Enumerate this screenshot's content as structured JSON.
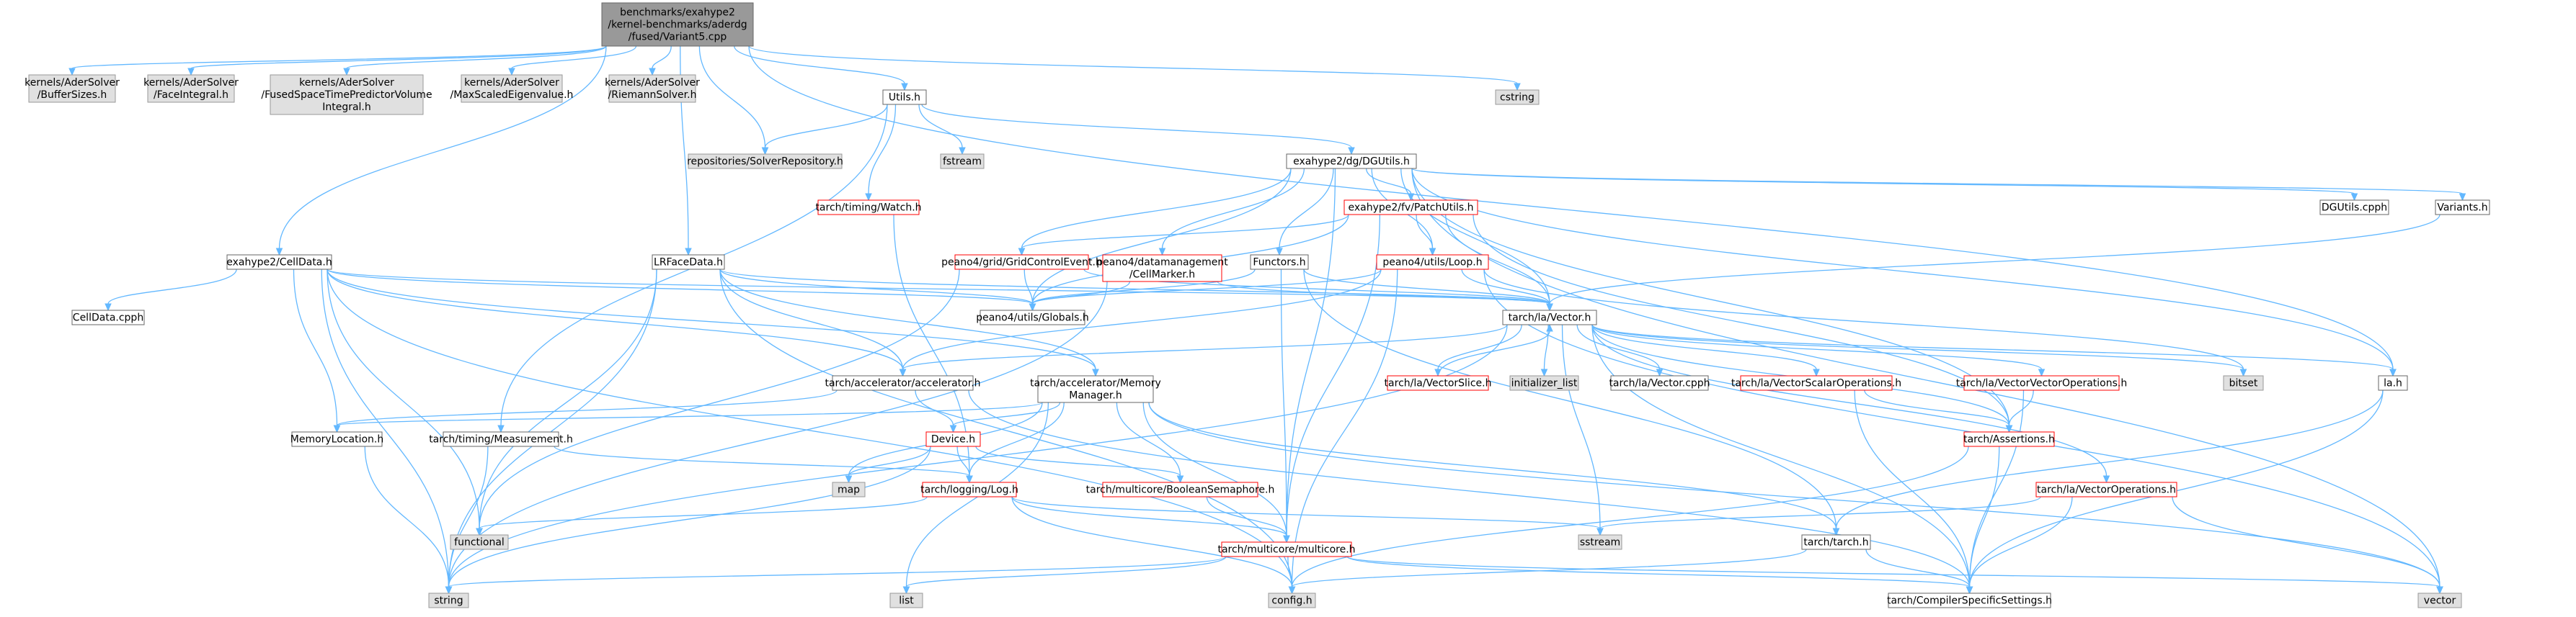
{
  "colors": {
    "root_fill": "#999999",
    "external_fill": "#e0e0e0",
    "external_stroke": "#999999",
    "documented_fill": "#ffffff",
    "documented_stroke": "#666666",
    "incomplete_stroke": "#ff0000",
    "edge": "#63b8ff",
    "text": "#000000"
  },
  "nodes": [
    {
      "id": "root",
      "kind": "root",
      "lines": [
        "benchmarks/exahype2",
        "/kernel-benchmarks/aderdg",
        "/fused/Variant5.cpp"
      ]
    },
    {
      "id": "buffersizes",
      "kind": "external",
      "lines": [
        "kernels/AderSolver",
        "/BufferSizes.h"
      ]
    },
    {
      "id": "faceintegral",
      "kind": "external",
      "lines": [
        "kernels/AderSolver",
        "/FaceIntegral.h"
      ]
    },
    {
      "id": "fusedspacetime",
      "kind": "external",
      "lines": [
        "kernels/AderSolver",
        "/FusedSpaceTimePredictorVolume",
        "Integral.h"
      ]
    },
    {
      "id": "maxscaled",
      "kind": "external",
      "lines": [
        "kernels/AderSolver",
        "/MaxScaledEigenvalue.h"
      ]
    },
    {
      "id": "riemann",
      "kind": "external",
      "lines": [
        "kernels/AderSolver",
        "/RiemannSolver.h"
      ]
    },
    {
      "id": "cstring",
      "kind": "external",
      "lines": [
        "cstring"
      ]
    },
    {
      "id": "utils_h",
      "kind": "documented",
      "lines": [
        "Utils.h"
      ]
    },
    {
      "id": "solverrepo",
      "kind": "external",
      "lines": [
        "repositories/SolverRepository.h"
      ]
    },
    {
      "id": "fstream",
      "kind": "external",
      "lines": [
        "fstream"
      ]
    },
    {
      "id": "dgutils",
      "kind": "documented",
      "lines": [
        "exahype2/dg/DGUtils.h"
      ]
    },
    {
      "id": "watch",
      "kind": "incomplete",
      "lines": [
        "tarch/timing/Watch.h"
      ]
    },
    {
      "id": "patchutils",
      "kind": "incomplete",
      "lines": [
        "exahype2/fv/PatchUtils.h"
      ]
    },
    {
      "id": "dgutils_cpph",
      "kind": "documented",
      "lines": [
        "DGUtils.cpph"
      ]
    },
    {
      "id": "variants",
      "kind": "documented",
      "lines": [
        "Variants.h"
      ]
    },
    {
      "id": "celldata",
      "kind": "documented",
      "lines": [
        "exahype2/CellData.h"
      ]
    },
    {
      "id": "lrfacedata",
      "kind": "documented",
      "lines": [
        "LRFaceData.h"
      ]
    },
    {
      "id": "gridcontrolevent",
      "kind": "incomplete",
      "lines": [
        "peano4/grid/GridControlEvent.h"
      ]
    },
    {
      "id": "cellmarker",
      "kind": "incomplete",
      "lines": [
        "peano4/datamanagement",
        "/CellMarker.h"
      ]
    },
    {
      "id": "functors",
      "kind": "documented",
      "lines": [
        "Functors.h"
      ]
    },
    {
      "id": "loop",
      "kind": "incomplete",
      "lines": [
        "peano4/utils/Loop.h"
      ]
    },
    {
      "id": "celldata_cpph",
      "kind": "documented",
      "lines": [
        "CellData.cpph"
      ]
    },
    {
      "id": "globals",
      "kind": "documented",
      "lines": [
        "peano4/utils/Globals.h"
      ]
    },
    {
      "id": "vector_h",
      "kind": "documented",
      "lines": [
        "tarch/la/Vector.h"
      ]
    },
    {
      "id": "accelerator",
      "kind": "documented",
      "lines": [
        "tarch/accelerator/accelerator.h"
      ]
    },
    {
      "id": "vectorslice",
      "kind": "incomplete",
      "lines": [
        "tarch/la/VectorSlice.h"
      ]
    },
    {
      "id": "initializer_list",
      "kind": "external",
      "lines": [
        "initializer_list"
      ]
    },
    {
      "id": "vector_cpph",
      "kind": "documented",
      "lines": [
        "tarch/la/Vector.cpph"
      ]
    },
    {
      "id": "vectorscalarops",
      "kind": "incomplete",
      "lines": [
        "tarch/la/VectorScalarOperations.h"
      ]
    },
    {
      "id": "vectorvectorops",
      "kind": "incomplete",
      "lines": [
        "tarch/la/VectorVectorOperations.h"
      ]
    },
    {
      "id": "bitset",
      "kind": "external",
      "lines": [
        "bitset"
      ]
    },
    {
      "id": "la_h",
      "kind": "documented",
      "lines": [
        "la.h"
      ]
    },
    {
      "id": "memorymanager",
      "kind": "documented",
      "lines": [
        "tarch/accelerator/Memory",
        "Manager.h"
      ]
    },
    {
      "id": "memorylocation",
      "kind": "documented",
      "lines": [
        "MemoryLocation.h"
      ]
    },
    {
      "id": "measurement",
      "kind": "documented",
      "lines": [
        "tarch/timing/Measurement.h"
      ]
    },
    {
      "id": "device",
      "kind": "incomplete",
      "lines": [
        "Device.h"
      ]
    },
    {
      "id": "assertions",
      "kind": "incomplete",
      "lines": [
        "tarch/Assertions.h"
      ]
    },
    {
      "id": "vectorops",
      "kind": "incomplete",
      "lines": [
        "tarch/la/VectorOperations.h"
      ]
    },
    {
      "id": "map",
      "kind": "external",
      "lines": [
        "map"
      ]
    },
    {
      "id": "log",
      "kind": "incomplete",
      "lines": [
        "tarch/logging/Log.h"
      ]
    },
    {
      "id": "booleansemaphore",
      "kind": "incomplete",
      "lines": [
        "tarch/multicore/BooleanSemaphore.h"
      ]
    },
    {
      "id": "functional",
      "kind": "external",
      "lines": [
        "functional"
      ]
    },
    {
      "id": "sstream",
      "kind": "external",
      "lines": [
        "sstream"
      ]
    },
    {
      "id": "tarch_h",
      "kind": "documented",
      "lines": [
        "tarch/tarch.h"
      ]
    },
    {
      "id": "multicore",
      "kind": "incomplete",
      "lines": [
        "tarch/multicore/multicore.h"
      ]
    },
    {
      "id": "string",
      "kind": "external",
      "lines": [
        "string"
      ]
    },
    {
      "id": "list",
      "kind": "external",
      "lines": [
        "list"
      ]
    },
    {
      "id": "config",
      "kind": "external",
      "lines": [
        "config.h"
      ]
    },
    {
      "id": "compilerspecific",
      "kind": "documented",
      "lines": [
        "tarch/CompilerSpecificSettings.h"
      ]
    },
    {
      "id": "std_vector",
      "kind": "external",
      "lines": [
        "vector"
      ]
    }
  ],
  "edges": [
    [
      "root",
      "buffersizes"
    ],
    [
      "root",
      "faceintegral"
    ],
    [
      "root",
      "fusedspacetime"
    ],
    [
      "root",
      "maxscaled"
    ],
    [
      "root",
      "riemann"
    ],
    [
      "root",
      "cstring"
    ],
    [
      "root",
      "utils_h"
    ],
    [
      "root",
      "solverrepo"
    ],
    [
      "root",
      "celldata"
    ],
    [
      "root",
      "lrfacedata"
    ],
    [
      "root",
      "la_h"
    ],
    [
      "utils_h",
      "solverrepo"
    ],
    [
      "utils_h",
      "fstream"
    ],
    [
      "utils_h",
      "dgutils"
    ],
    [
      "utils_h",
      "watch"
    ],
    [
      "utils_h",
      "measurement"
    ],
    [
      "dgutils",
      "patchutils"
    ],
    [
      "dgutils",
      "dgutils_cpph"
    ],
    [
      "dgutils",
      "variants"
    ],
    [
      "dgutils",
      "gridcontrolevent"
    ],
    [
      "dgutils",
      "cellmarker"
    ],
    [
      "dgutils",
      "functors"
    ],
    [
      "dgutils",
      "loop"
    ],
    [
      "dgutils",
      "globals"
    ],
    [
      "dgutils",
      "vector_h"
    ],
    [
      "dgutils",
      "multicore"
    ],
    [
      "dgutils",
      "assertions"
    ],
    [
      "dgutils",
      "la_h"
    ],
    [
      "dgutils",
      "std_vector"
    ],
    [
      "patchutils",
      "gridcontrolevent"
    ],
    [
      "patchutils",
      "loop"
    ],
    [
      "patchutils",
      "vector_h"
    ],
    [
      "patchutils",
      "globals"
    ],
    [
      "patchutils",
      "multicore"
    ],
    [
      "patchutils",
      "assertions"
    ],
    [
      "variants",
      "vector_h"
    ],
    [
      "watch",
      "log"
    ],
    [
      "celldata",
      "celldata_cpph"
    ],
    [
      "celldata",
      "globals"
    ],
    [
      "celldata",
      "vector_h"
    ],
    [
      "celldata",
      "accelerator"
    ],
    [
      "celldata",
      "memorymanager"
    ],
    [
      "celldata",
      "functional"
    ],
    [
      "celldata",
      "string"
    ],
    [
      "celldata",
      "config"
    ],
    [
      "celldata",
      "memorylocation"
    ],
    [
      "lrfacedata",
      "globals"
    ],
    [
      "lrfacedata",
      "vector_h"
    ],
    [
      "lrfacedata",
      "accelerator"
    ],
    [
      "lrfacedata",
      "memorymanager"
    ],
    [
      "lrfacedata",
      "functional"
    ],
    [
      "lrfacedata",
      "string"
    ],
    [
      "lrfacedata",
      "config"
    ],
    [
      "gridcontrolevent",
      "globals"
    ],
    [
      "gridcontrolevent",
      "vector_h"
    ],
    [
      "gridcontrolevent",
      "functional"
    ],
    [
      "cellmarker",
      "globals"
    ],
    [
      "cellmarker",
      "vector_h"
    ],
    [
      "cellmarker",
      "string"
    ],
    [
      "functors",
      "globals"
    ],
    [
      "functors",
      "vector_h"
    ],
    [
      "functors",
      "multicore"
    ],
    [
      "functors",
      "tarch_h"
    ],
    [
      "loop",
      "globals"
    ],
    [
      "loop",
      "vector_h"
    ],
    [
      "loop",
      "bitset"
    ],
    [
      "loop",
      "config"
    ],
    [
      "loop",
      "std_vector"
    ],
    [
      "loop",
      "accelerator"
    ],
    [
      "vector_h",
      "accelerator"
    ],
    [
      "vector_h",
      "vectorslice"
    ],
    [
      "vector_h",
      "initializer_list"
    ],
    [
      "vector_h",
      "vector_cpph"
    ],
    [
      "vector_h",
      "vectorscalarops"
    ],
    [
      "vector_h",
      "vectorvectorops"
    ],
    [
      "vector_h",
      "bitset"
    ],
    [
      "vector_h",
      "la_h"
    ],
    [
      "vector_h",
      "sstream"
    ],
    [
      "vector_h",
      "compilerspecific"
    ],
    [
      "vector_h",
      "assertions"
    ],
    [
      "vector_h",
      "vectorops"
    ],
    [
      "vector_h",
      "string"
    ],
    [
      "vectorslice",
      "vector_h"
    ],
    [
      "vectorscalarops",
      "assertions"
    ],
    [
      "vectorscalarops",
      "compilerspecific"
    ],
    [
      "vectorvectorops",
      "assertions"
    ],
    [
      "vectorvectorops",
      "compilerspecific"
    ],
    [
      "vectorops",
      "compilerspecific"
    ],
    [
      "vectorops",
      "std_vector"
    ],
    [
      "vectorops",
      "sstream"
    ],
    [
      "la_h",
      "tarch_h"
    ],
    [
      "la_h",
      "compilerspecific"
    ],
    [
      "accelerator",
      "device"
    ],
    [
      "accelerator",
      "memorylocation"
    ],
    [
      "accelerator",
      "compilerspecific"
    ],
    [
      "memorymanager",
      "memorylocation"
    ],
    [
      "memorymanager",
      "device"
    ],
    [
      "memorymanager",
      "map"
    ],
    [
      "memorymanager",
      "log"
    ],
    [
      "memorymanager",
      "booleansemaphore"
    ],
    [
      "memorymanager",
      "multicore"
    ],
    [
      "memorymanager",
      "tarch_h"
    ],
    [
      "memorymanager",
      "list"
    ],
    [
      "memorymanager",
      "std_vector"
    ],
    [
      "memorylocation",
      "string"
    ],
    [
      "measurement",
      "log"
    ],
    [
      "measurement",
      "string"
    ],
    [
      "device",
      "map"
    ],
    [
      "device",
      "log"
    ],
    [
      "device",
      "booleansemaphore"
    ],
    [
      "device",
      "string"
    ],
    [
      "assertions",
      "compilerspecific"
    ],
    [
      "assertions",
      "config"
    ],
    [
      "log",
      "functional"
    ],
    [
      "log",
      "sstream"
    ],
    [
      "log",
      "multicore"
    ],
    [
      "log",
      "config"
    ],
    [
      "booleansemaphore",
      "multicore"
    ],
    [
      "multicore",
      "string"
    ],
    [
      "multicore",
      "list"
    ],
    [
      "multicore",
      "config"
    ],
    [
      "multicore",
      "compilerspecific"
    ],
    [
      "multicore",
      "std_vector"
    ],
    [
      "tarch_h",
      "config"
    ],
    [
      "tarch_h",
      "compilerspecific"
    ]
  ]
}
